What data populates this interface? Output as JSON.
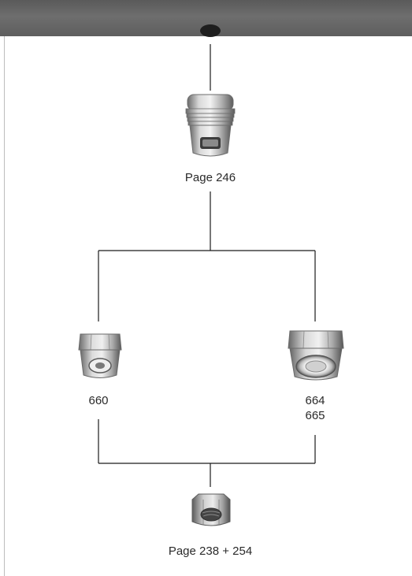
{
  "colors": {
    "top_bar": "#5e5e5e",
    "line": "#1a1a1a",
    "metal_light": "#e8e8e8",
    "metal_mid": "#a8a8a8",
    "metal_dark": "#5a5a5a"
  },
  "nodes": {
    "top": {
      "label": "Page 246",
      "icon": "threaded-nozzle-icon"
    },
    "left": {
      "label": "660",
      "icon": "small-nozzle-icon"
    },
    "right": {
      "label_1": "664",
      "label_2": "665",
      "icon": "nozzle-with-ring-icon"
    },
    "bottom": {
      "label": "Page 238 + 254",
      "icon": "hex-nut-icon"
    }
  }
}
